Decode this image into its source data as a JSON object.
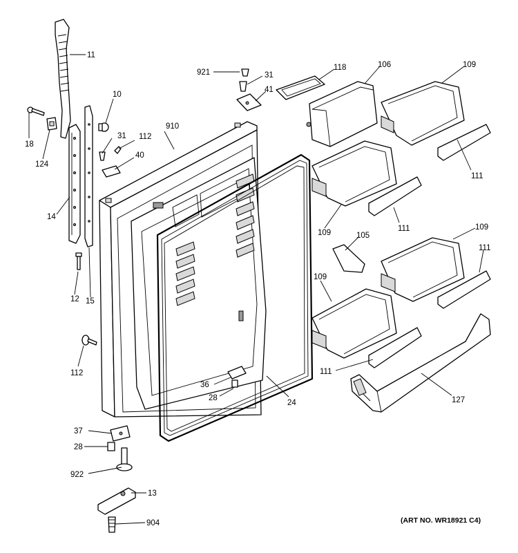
{
  "art_number": "(ART NO. WR18921 C4)",
  "labels": {
    "p11": "11",
    "p10": "10",
    "p18": "18",
    "p124": "124",
    "p31a": "31",
    "p112a": "112",
    "p40": "40",
    "p910": "910",
    "p14": "14",
    "p12": "12",
    "p15": "15",
    "p112b": "112",
    "p921": "921",
    "p31b": "31",
    "p41": "41",
    "p118": "118",
    "p106": "106",
    "p109a": "109",
    "p111a": "111",
    "p109b": "109",
    "p111b": "111",
    "p105": "105",
    "p109c": "109",
    "p111c": "111",
    "p109d": "109",
    "p111d": "111",
    "p127": "127",
    "p36": "36",
    "p28a": "28",
    "p24": "24",
    "p37": "37",
    "p28b": "28",
    "p922": "922",
    "p13": "13",
    "p904": "904"
  }
}
